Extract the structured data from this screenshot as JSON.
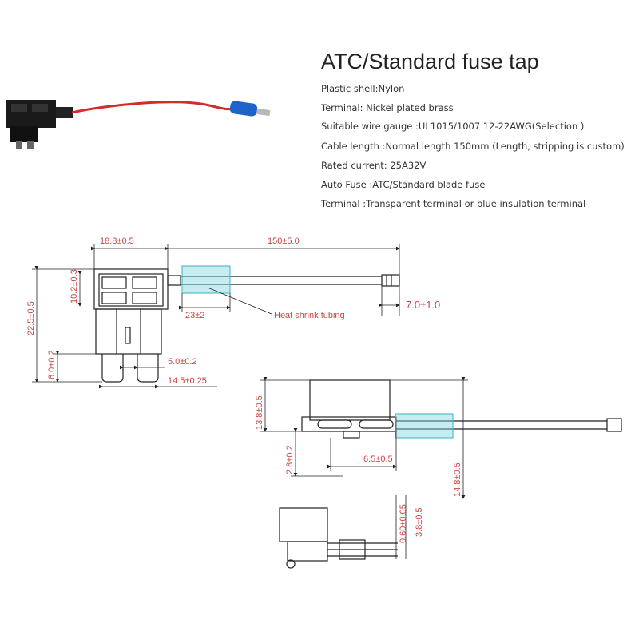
{
  "header": {
    "title": "ATC/Standard fuse tap"
  },
  "specs": [
    {
      "label": "Plastic shell:",
      "value": "Nylon"
    },
    {
      "label": "Terminal: ",
      "value": "Nickel plated brass"
    },
    {
      "label": "Suitable wire gauge :",
      "value": "UL1015/1007 12-22AWG(Selection )"
    },
    {
      "label": "Cable length :",
      "value": "Normal length 150mm (Length, stripping is custom)"
    },
    {
      "label": "Rated current: ",
      "value": "25A32V"
    },
    {
      "label": "Auto Fuse :",
      "value": "ATC/Standard blade fuse"
    },
    {
      "label": "Terminal :",
      "value": "Transparent terminal or blue insulation terminal"
    }
  ],
  "dimensions": {
    "top_width": "18.8±0.5",
    "cable_length": "150±5.0",
    "socket_height": "10.2±0.3",
    "total_height": "22.5±0.5",
    "blade_height": "6.0±0.2",
    "tubing_length": "23±2",
    "heat_shrink": "Heat shrink tubing",
    "terminal_length": "7.0±1.0",
    "blade_gap": "5.0±0.2",
    "bottom_width": "14.5±0.25",
    "side_height": "13.8±0.5",
    "side_offset": "2.8±0.2",
    "side_blade": "6.5±0.5",
    "side_total": "14.8±0.5",
    "blade_thickness": "0.60±0.05",
    "blade_span": "3.8±0.5"
  },
  "colors": {
    "text": "#333333",
    "dimension": "#cc4444",
    "line": "#222222",
    "highlight": "#7fd6e0",
    "wire": "#d42b2b",
    "terminal": "#1e63c9"
  }
}
